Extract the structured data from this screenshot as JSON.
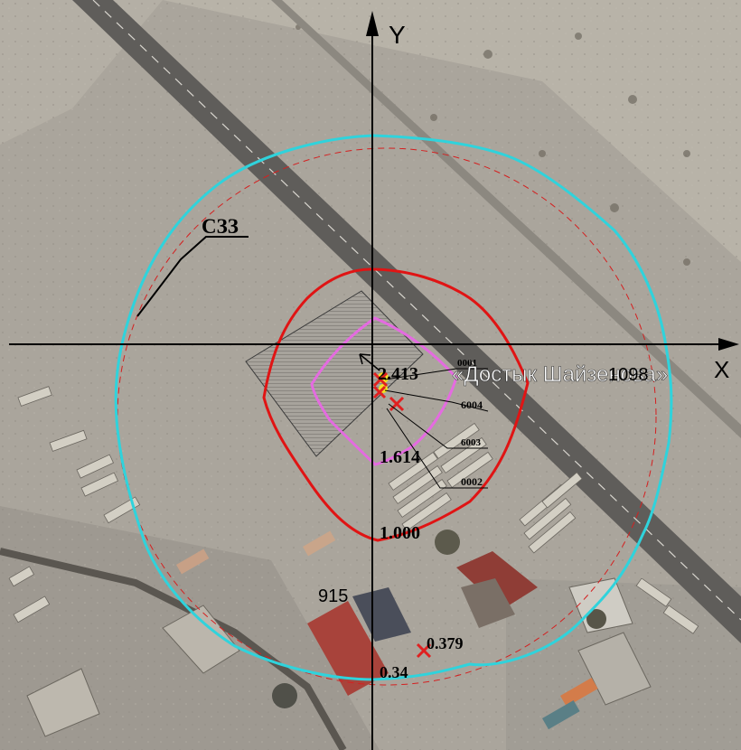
{
  "axes": {
    "x_label": "X",
    "y_label": "Y"
  },
  "zone_label": "СЗЗ",
  "road_label": "«Достык Шайзенова»",
  "contour_labels": [
    "2.413",
    "1.614",
    "1.000",
    "0.379",
    "0.34"
  ],
  "point_labels": [
    "1098",
    "915"
  ],
  "source_ids": [
    "0001",
    "6004",
    "6003",
    "0002"
  ],
  "colors": {
    "sanitary_zone": "#2fd3dc",
    "contour_1000": "#e01414",
    "contour_1614": "#e46be0",
    "reference_circle": "#d42020",
    "source_marker": "#e02020",
    "axis": "#000000"
  }
}
